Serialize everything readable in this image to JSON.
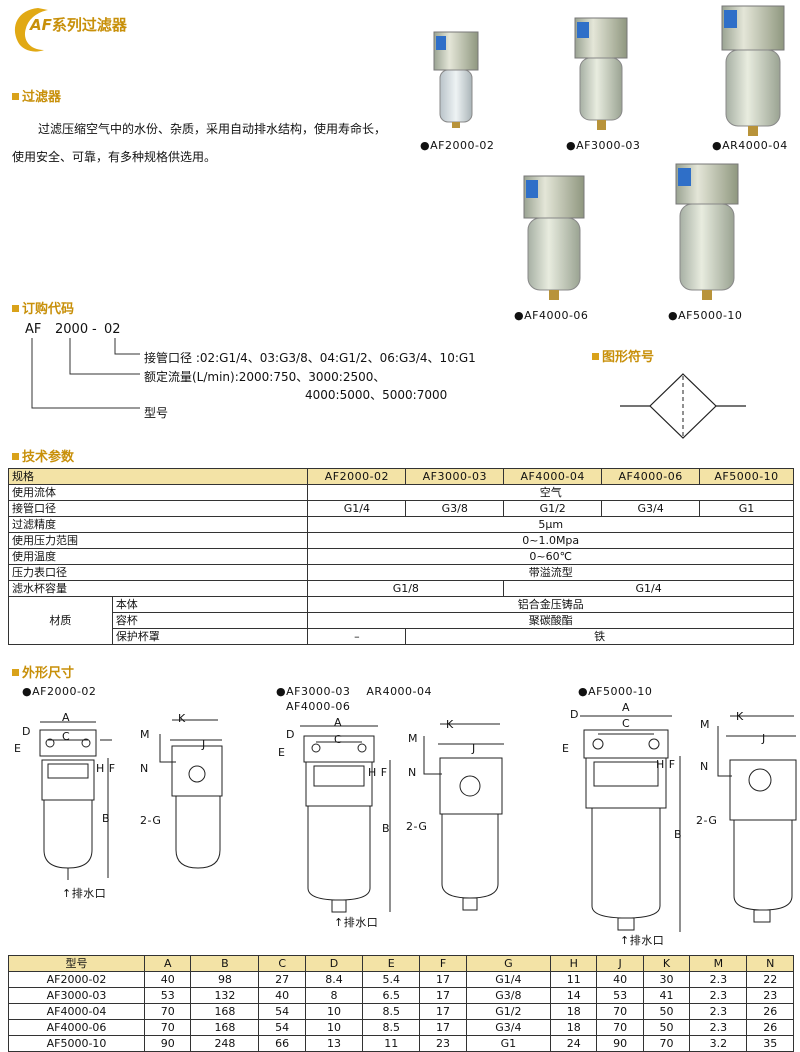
{
  "header": {
    "brand": "AF",
    "title": "系列过滤器"
  },
  "filter_section": {
    "title": "过滤器",
    "description": "过滤压缩空气中的水份、杂质，采用自动排水结构，使用寿命长，使用安全、可靠，有多种规格供选用。"
  },
  "products": [
    {
      "label": "●AF2000-02"
    },
    {
      "label": "●AF3000-03"
    },
    {
      "label": "●AR4000-04"
    },
    {
      "label": "●AF4000-06"
    },
    {
      "label": "●AF5000-10"
    }
  ],
  "order_code": {
    "title": "订购代码",
    "prefix": "AF",
    "flow": "2000",
    "dash": "-",
    "port": "02",
    "port_desc": "接管口径 :02:G1/4、03:G3/8、04:G1/2、06:G3/4、10:G1",
    "flow_desc_1": "额定流量(L/min):2000:750、3000:2500、",
    "flow_desc_2": "4000:5000、5000:7000",
    "model_desc": "型号"
  },
  "symbol": {
    "title": "图形符号"
  },
  "spec": {
    "title": "技术参数",
    "headers": [
      "规格",
      "AF2000-02",
      "AF3000-03",
      "AF4000-04",
      "AF4000-06",
      "AF5000-10"
    ],
    "fluid_label": "使用流体",
    "fluid": "空气",
    "port_label": "接管口径",
    "ports": [
      "G1/4",
      "G3/8",
      "G1/2",
      "G3/4",
      "G1"
    ],
    "precision_label": "过滤精度",
    "precision": "5μm",
    "pressure_label": "使用压力范围",
    "pressure": "0~1.0Mpa",
    "temp_label": "使用温度",
    "temp": "0~60℃",
    "gauge_label": "压力表口径",
    "gauge": "带溢流型",
    "drain_label": "滤水杯容量",
    "drain_a": "G1/8",
    "drain_b": "G1/4",
    "material_label": "材质",
    "body_label": "本体",
    "body": "铝合金压铸品",
    "bowl_label": "容杯",
    "bowl": "聚碳酸酯",
    "guard_label": "保护杯罩",
    "guard_a": "–",
    "guard_b": "铁"
  },
  "dimensions": {
    "title": "外形尺寸",
    "group1": "●AF2000-02",
    "group2a": "●AF3000-03    AR4000-04",
    "group2b": "AF4000-06",
    "group3": "●AF5000-10",
    "drain_port": "排水口",
    "port_g": "2-G",
    "letters": {
      "A": "A",
      "B": "B",
      "C": "C",
      "D": "D",
      "E": "E",
      "F": "F",
      "H": "H",
      "J": "J",
      "K": "K",
      "M": "M",
      "N": "N"
    }
  },
  "dim_table": {
    "headers": [
      "型号",
      "A",
      "B",
      "C",
      "D",
      "E",
      "F",
      "G",
      "H",
      "J",
      "K",
      "M",
      "N"
    ],
    "rows": [
      [
        "AF2000-02",
        "40",
        "98",
        "27",
        "8.4",
        "5.4",
        "17",
        "G1/4",
        "11",
        "40",
        "30",
        "2.3",
        "22"
      ],
      [
        "AF3000-03",
        "53",
        "132",
        "40",
        "8",
        "6.5",
        "17",
        "G3/8",
        "14",
        "53",
        "41",
        "2.3",
        "23"
      ],
      [
        "AF4000-04",
        "70",
        "168",
        "54",
        "10",
        "8.5",
        "17",
        "G1/2",
        "18",
        "70",
        "50",
        "2.3",
        "26"
      ],
      [
        "AF4000-06",
        "70",
        "168",
        "54",
        "10",
        "8.5",
        "17",
        "G3/4",
        "18",
        "70",
        "50",
        "2.3",
        "26"
      ],
      [
        "AF5000-10",
        "90",
        "248",
        "66",
        "13",
        "11",
        "23",
        "G1",
        "24",
        "90",
        "70",
        "3.2",
        "35"
      ]
    ]
  },
  "colors": {
    "accent": "#d9a21a",
    "header_bg": "#f3e3a6",
    "body_metal": "#cfd3c3"
  }
}
